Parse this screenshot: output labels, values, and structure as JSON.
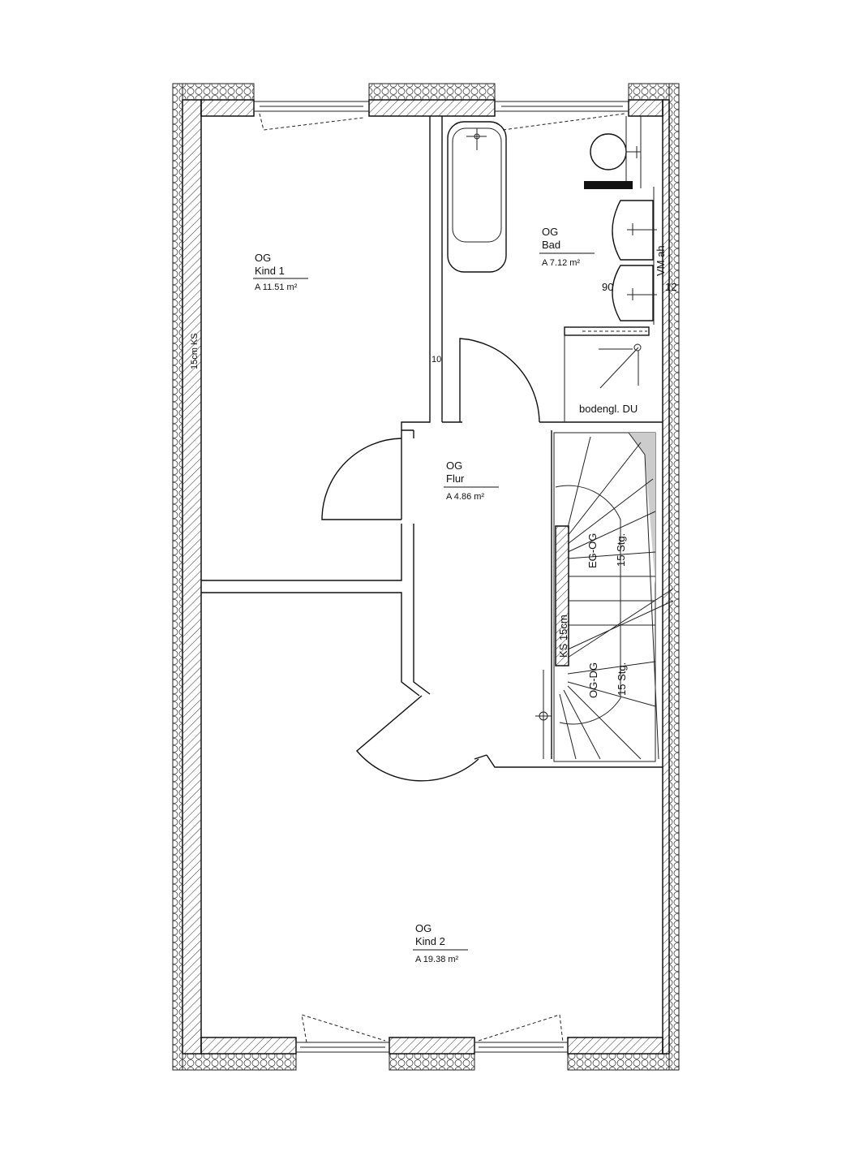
{
  "rooms": {
    "kind1": {
      "floor": "OG",
      "name": "Kind 1",
      "area": "A  11.51 m²"
    },
    "bad": {
      "floor": "OG",
      "name": "Bad",
      "area": "A  7.12 m²"
    },
    "flur": {
      "floor": "OG",
      "name": "Flur",
      "area": "A  4.86 m²"
    },
    "kind2": {
      "floor": "OG",
      "name": "Kind 2",
      "area": "A  19.38 m²"
    }
  },
  "annotations": {
    "wall_outer": "15cm KS",
    "wall_10": "10",
    "vm_ah": "VM ah",
    "dim_90": "90",
    "dim_12": "12",
    "shower": "bodengl. DU",
    "stair_wall": "KS 15cm",
    "stair_up_label": "EG-OG",
    "stair_up_steps": "15 Stg.",
    "stair_down_label": "OG-DG",
    "stair_down_steps": "15 Stg."
  }
}
